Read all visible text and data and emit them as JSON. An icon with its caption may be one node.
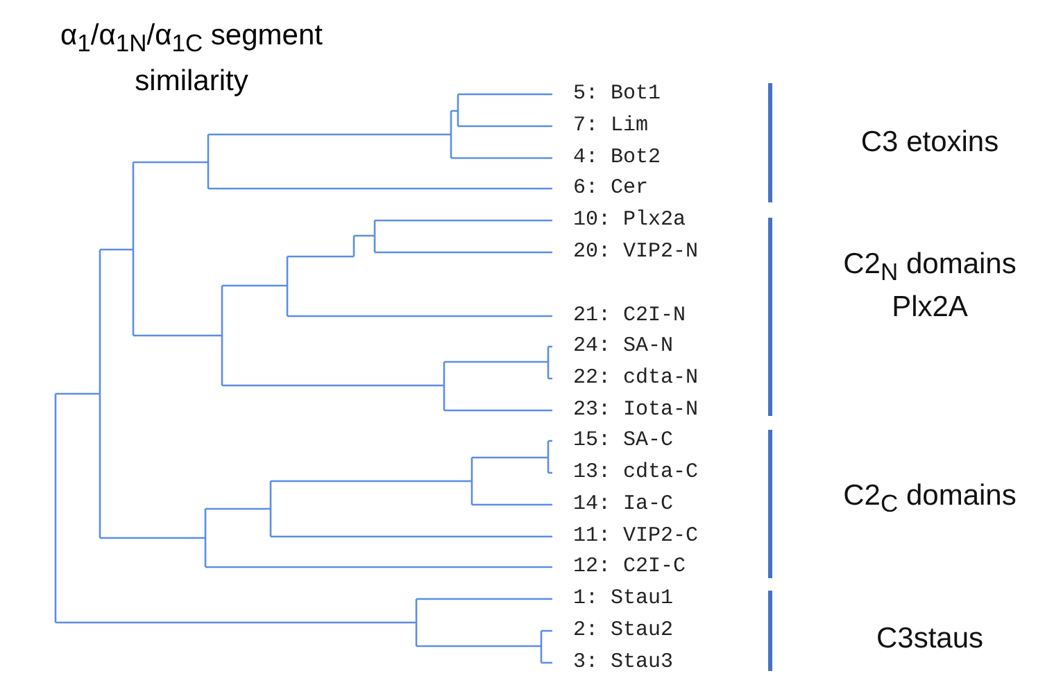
{
  "diagram": {
    "title": "α$_{1}$/α$_{1N}$/α$_{1C}$ segment similarity",
    "labels": [
      "5: Bot1",
      "7: Lim",
      "4: Bot2",
      "6: Cer",
      "10: Plx2a",
      "20: VIP2-N",
      "21: C2I-N",
      "24: SA-N",
      "22: cdta-N",
      "23: Iota-N",
      "15: SA-C",
      "13: cdta-C",
      "14: Ia-C",
      "11: VIP2-C",
      "12: C2I-C",
      "1: Stau1",
      "2: Stau2",
      "3: Stau3",
      "C3 etoxins",
      "C2$_{N}$ domains Plx2A",
      "C2$_{C}$ domains",
      "C3staus"
    ]
  }
}
